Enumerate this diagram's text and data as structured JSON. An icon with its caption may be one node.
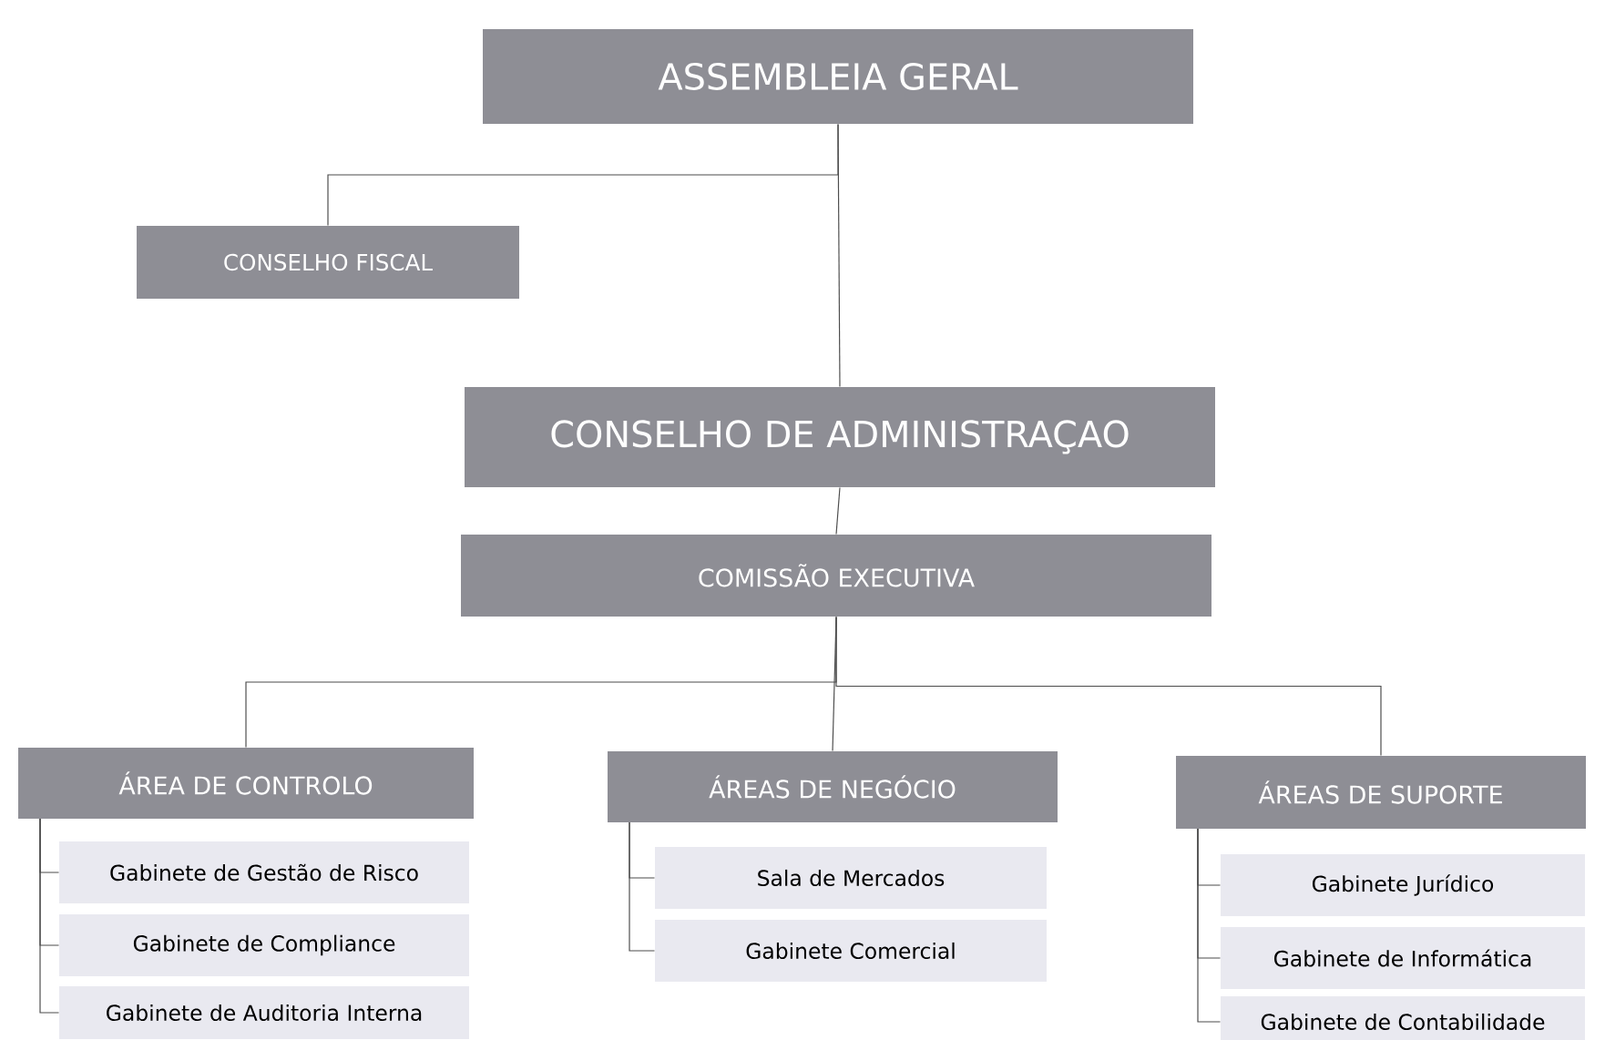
{
  "diagram": {
    "nodes": [
      {
        "text": [
          "ASSEMBLEIA GERAL"
        ]
      },
      {
        "text": [
          "CONSELHO FISCAL"
        ]
      },
      {
        "text": [
          "CONSELHO DE ADMINISTRAÇAO"
        ]
      },
      {
        "text": [
          "COMISSÃO EXECUTIVA"
        ]
      },
      {
        "text": [
          "ÁREA DE CONTROLO"
        ]
      },
      {
        "text": [
          "ÁREAS DE NEGÓCIO"
        ]
      },
      {
        "text": [
          "ÁREAS DE SUPORTE"
        ]
      },
      {
        "text": [
          "Gabinete de Gestão de Risco"
        ]
      },
      {
        "text": [
          "Gabinete de Compliance"
        ]
      },
      {
        "text": [
          "Gabinete de Auditoria Interna"
        ]
      },
      {
        "text": [
          "Sala de Mercados"
        ]
      },
      {
        "text": [
          "Gabinete Comercial"
        ]
      },
      {
        "text": [
          "Gabinete Jurídico"
        ]
      },
      {
        "text": [
          "Gabinete de Informática"
        ]
      },
      {
        "text": [
          "Gabinete de Contabilidade"
        ]
      }
    ],
    "edges": [
      {
        "from": 0,
        "to": 1,
        "arrow": "none"
      },
      {
        "from": 0,
        "to": 2,
        "arrow": "none"
      },
      {
        "from": 2,
        "to": 3,
        "arrow": "none"
      },
      {
        "from": 3,
        "to": 4,
        "arrow": "none"
      },
      {
        "from": 3,
        "to": 5,
        "arrow": "none"
      },
      {
        "from": 3,
        "to": 6,
        "arrow": "none"
      },
      {
        "from": 4,
        "to": 7,
        "arrow": "none"
      },
      {
        "from": 4,
        "to": 8,
        "arrow": "none"
      },
      {
        "from": 4,
        "to": 9,
        "arrow": "none"
      },
      {
        "from": 5,
        "to": 10,
        "arrow": "none"
      },
      {
        "from": 5,
        "to": 11,
        "arrow": "none"
      },
      {
        "from": 6,
        "to": 12,
        "arrow": "none"
      },
      {
        "from": 6,
        "to": 13,
        "arrow": "none"
      },
      {
        "from": 6,
        "to": 14,
        "arrow": "none"
      }
    ]
  }
}
